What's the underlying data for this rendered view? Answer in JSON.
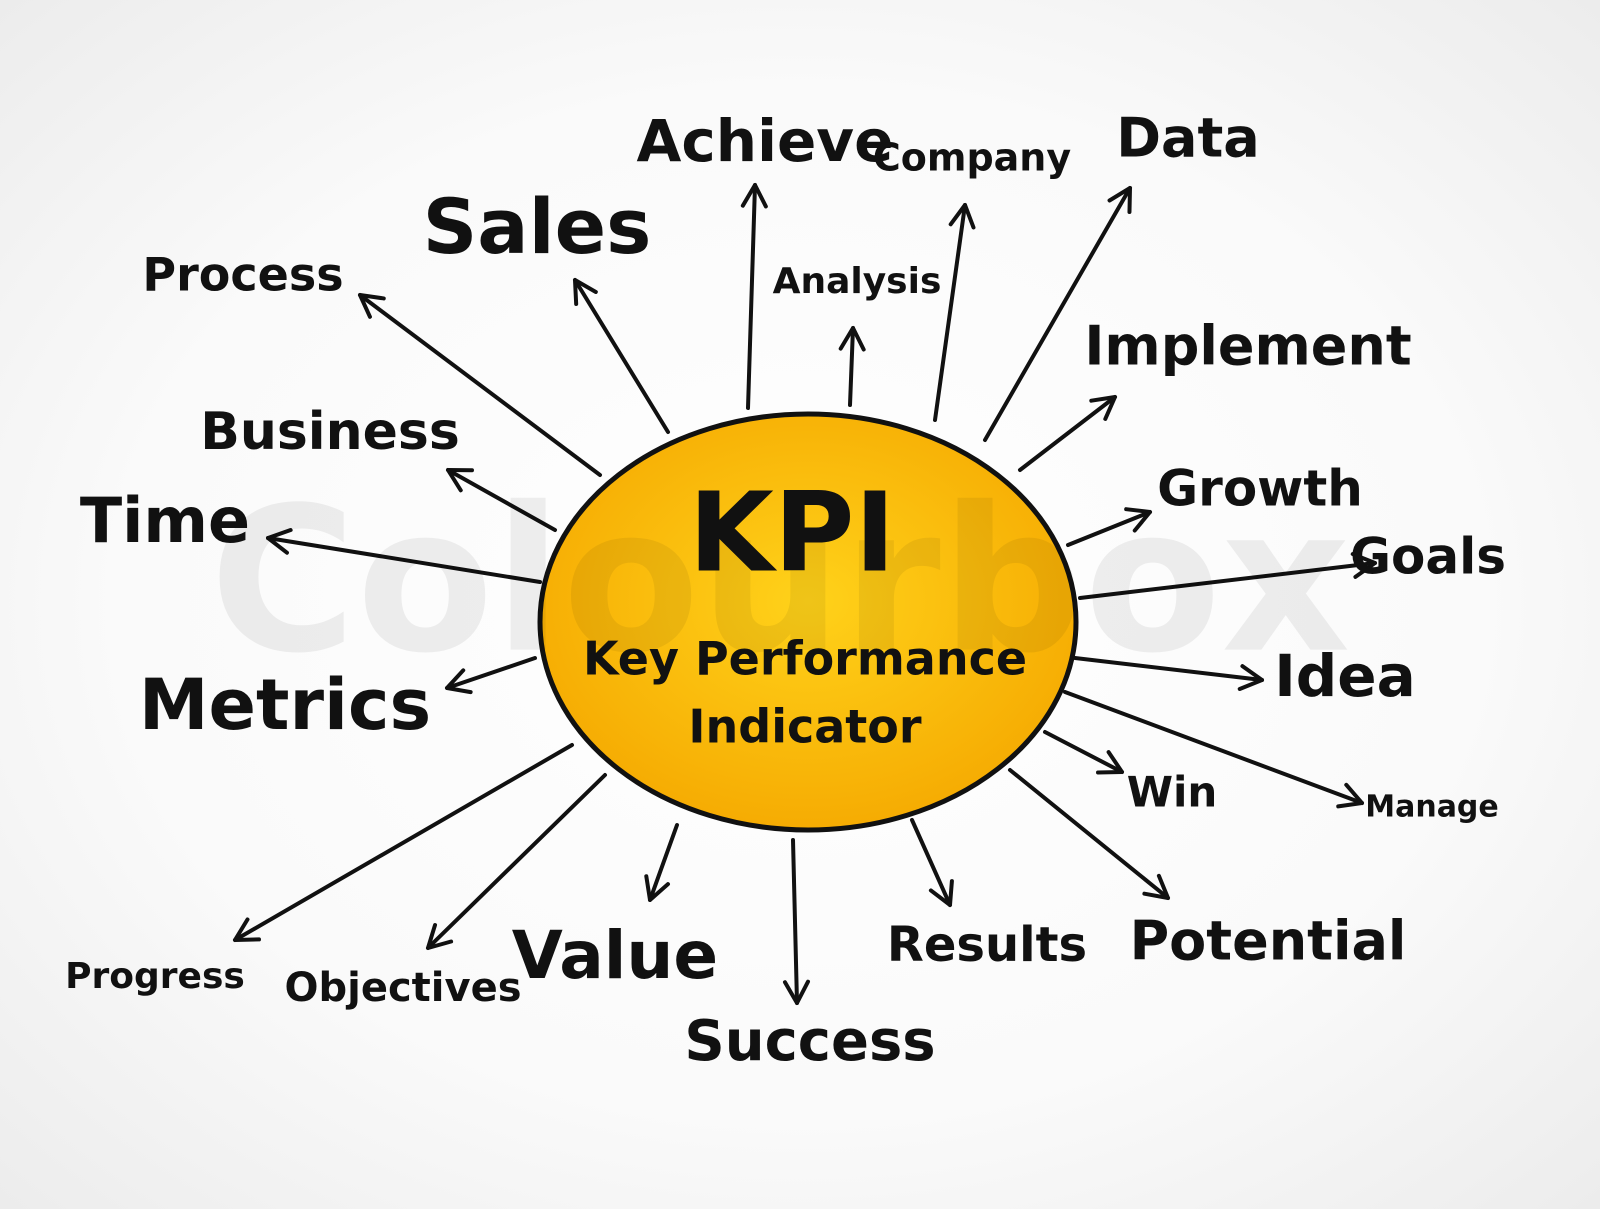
{
  "center": {
    "title": "KPI",
    "subtitle_line1": "Key Performance",
    "subtitle_line2": "Indicator",
    "fill_color": "#f5a800",
    "fill_highlight": "#ffd21a",
    "stroke_color": "#111111"
  },
  "watermark": "Colourbox",
  "nodes": [
    {
      "label": "Process"
    },
    {
      "label": "Sales"
    },
    {
      "label": "Achieve"
    },
    {
      "label": "Analysis"
    },
    {
      "label": "Company"
    },
    {
      "label": "Data"
    },
    {
      "label": "Implement"
    },
    {
      "label": "Growth"
    },
    {
      "label": "Goals"
    },
    {
      "label": "Idea"
    },
    {
      "label": "Win"
    },
    {
      "label": "Manage"
    },
    {
      "label": "Potential"
    },
    {
      "label": "Results"
    },
    {
      "label": "Success"
    },
    {
      "label": "Value"
    },
    {
      "label": "Objectives"
    },
    {
      "label": "Progress"
    },
    {
      "label": "Metrics"
    },
    {
      "label": "Time"
    },
    {
      "label": "Business"
    }
  ]
}
